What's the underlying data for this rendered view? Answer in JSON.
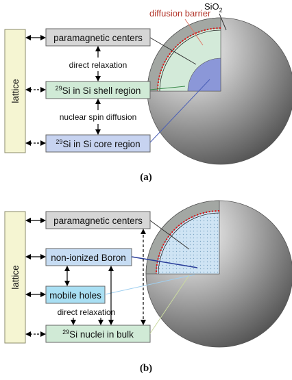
{
  "panel_a": {
    "label_open": "(",
    "label_letter": "a",
    "label_close": ")",
    "lattice": "lattice",
    "box_paramagnetic": "paramagnetic centers",
    "box_shell_sup": "29",
    "box_shell_text": "Si in Si shell region",
    "box_core_sup": "29",
    "box_core_text": "Si in Si core region",
    "edge_direct_relaxation": "direct relaxation",
    "edge_nuclear_spin_diffusion": "nuclear spin diffusion",
    "diffusion_barrier": "diffusion barrier",
    "sio2_base": "SiO",
    "sio2_sub": "2"
  },
  "panel_b": {
    "label_open": "(",
    "label_letter": "b",
    "label_close": ")",
    "lattice": "lattice",
    "box_paramagnetic": "paramagnetic centers",
    "box_boron": "non-ionized Boron",
    "box_holes": "mobile holes",
    "box_bulk_sup": "29",
    "box_bulk_text": "Si nuclei in bulk",
    "edge_direct_relaxation": "direct relaxation"
  },
  "colors": {
    "lattice_fill": "#f5f5d2",
    "paramagnetic_fill": "#d6d6d6",
    "shell_fill": "#d0ead6",
    "core_fill": "#c7d3f0",
    "boron_fill": "#c6dcf3",
    "holes_fill": "#a9dff3",
    "bulk_fill": "#d0ead6",
    "barrier_red": "#e01010",
    "diffusion_barrier_text": "#b2352a"
  }
}
